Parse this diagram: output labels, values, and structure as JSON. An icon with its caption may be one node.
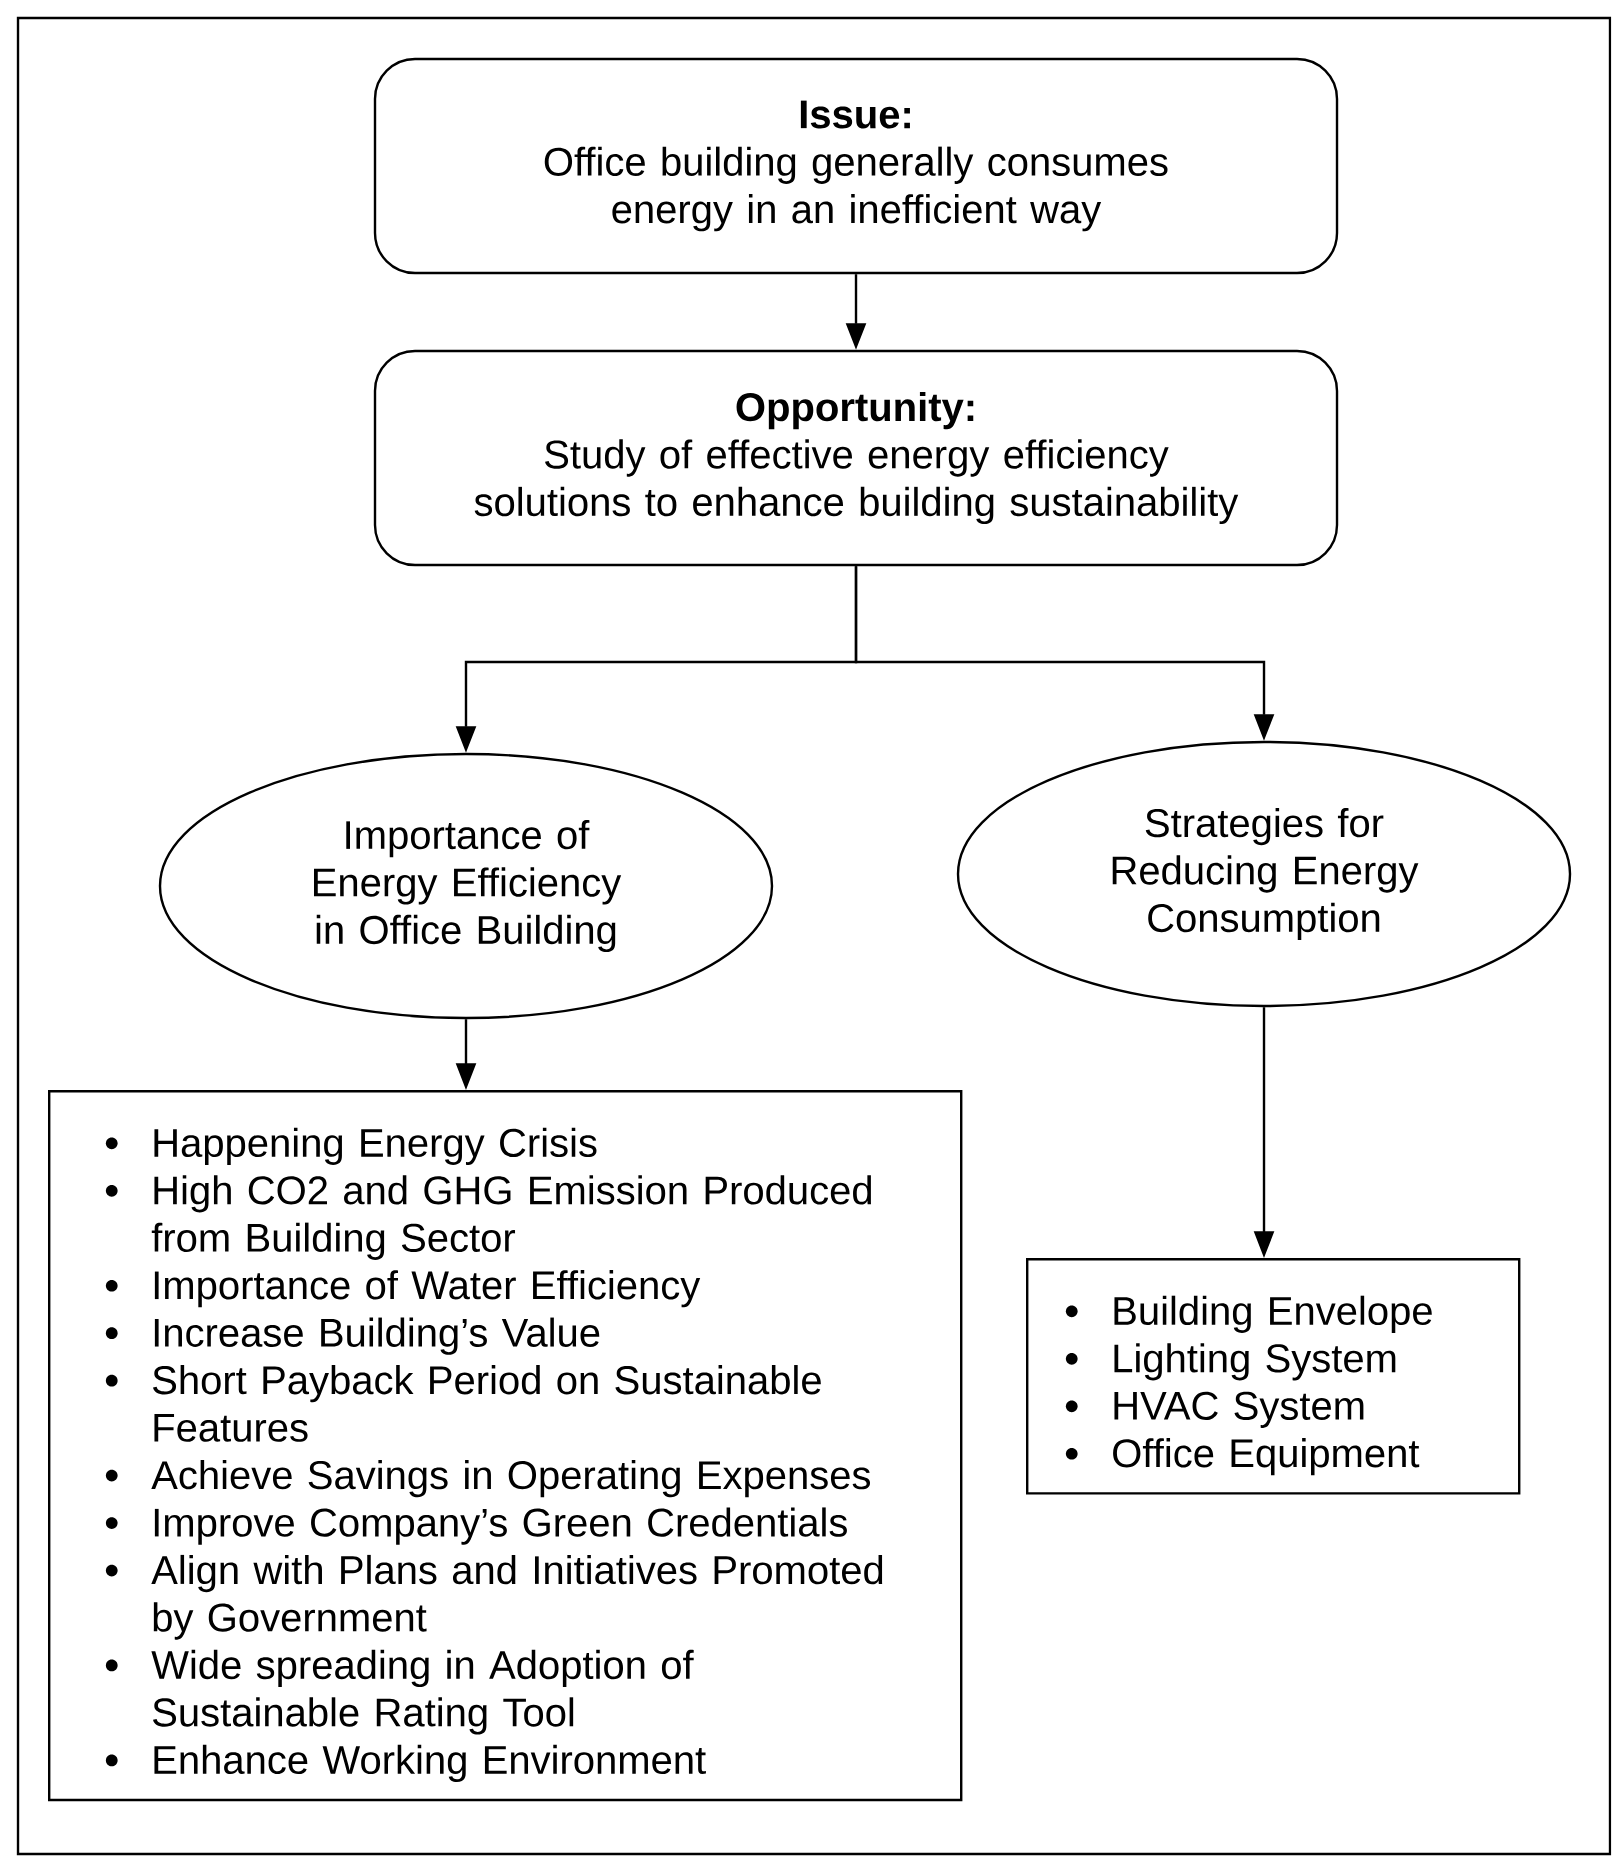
{
  "diagram": {
    "nodes": [
      {
        "text": [
          "Issue:",
          "Office building generally consumes energy in an inefficient way"
        ]
      },
      {
        "text": [
          "Opportunity:",
          "Study of effective energy efficiency solutions to enhance building sustainability"
        ]
      },
      {
        "text": [
          "Importance of Energy Efficiency in Office Building"
        ]
      },
      {
        "text": [
          "Strategies for Reducing Energy Consumption"
        ]
      },
      {
        "text": [
          "Happening Energy Crisis",
          "High CO2 and GHG Emission Produced from Building Sector",
          "Importance of Water Efficiency",
          "Increase Building’s Value",
          "Short Payback Period on Sustainable Features",
          "Achieve Savings in Operating Expenses",
          "Improve Company’s Green Credentials",
          "Align with Plans and Initiatives Promoted by Government",
          "Wide spreading in Adoption of Sustainable Rating Tool",
          "Enhance Working Environment"
        ]
      },
      {
        "text": [
          "Building Envelope",
          "Lighting System",
          "HVAC System",
          "Office Equipment"
        ]
      }
    ],
    "edges": [
      {
        "from": 0,
        "to": 1,
        "arrow": "to"
      },
      {
        "from": 1,
        "to": 2,
        "arrow": "to"
      },
      {
        "from": 1,
        "to": 3,
        "arrow": "to"
      },
      {
        "from": 2,
        "to": 4,
        "arrow": "to"
      },
      {
        "from": 3,
        "to": 5,
        "arrow": "to"
      }
    ]
  }
}
